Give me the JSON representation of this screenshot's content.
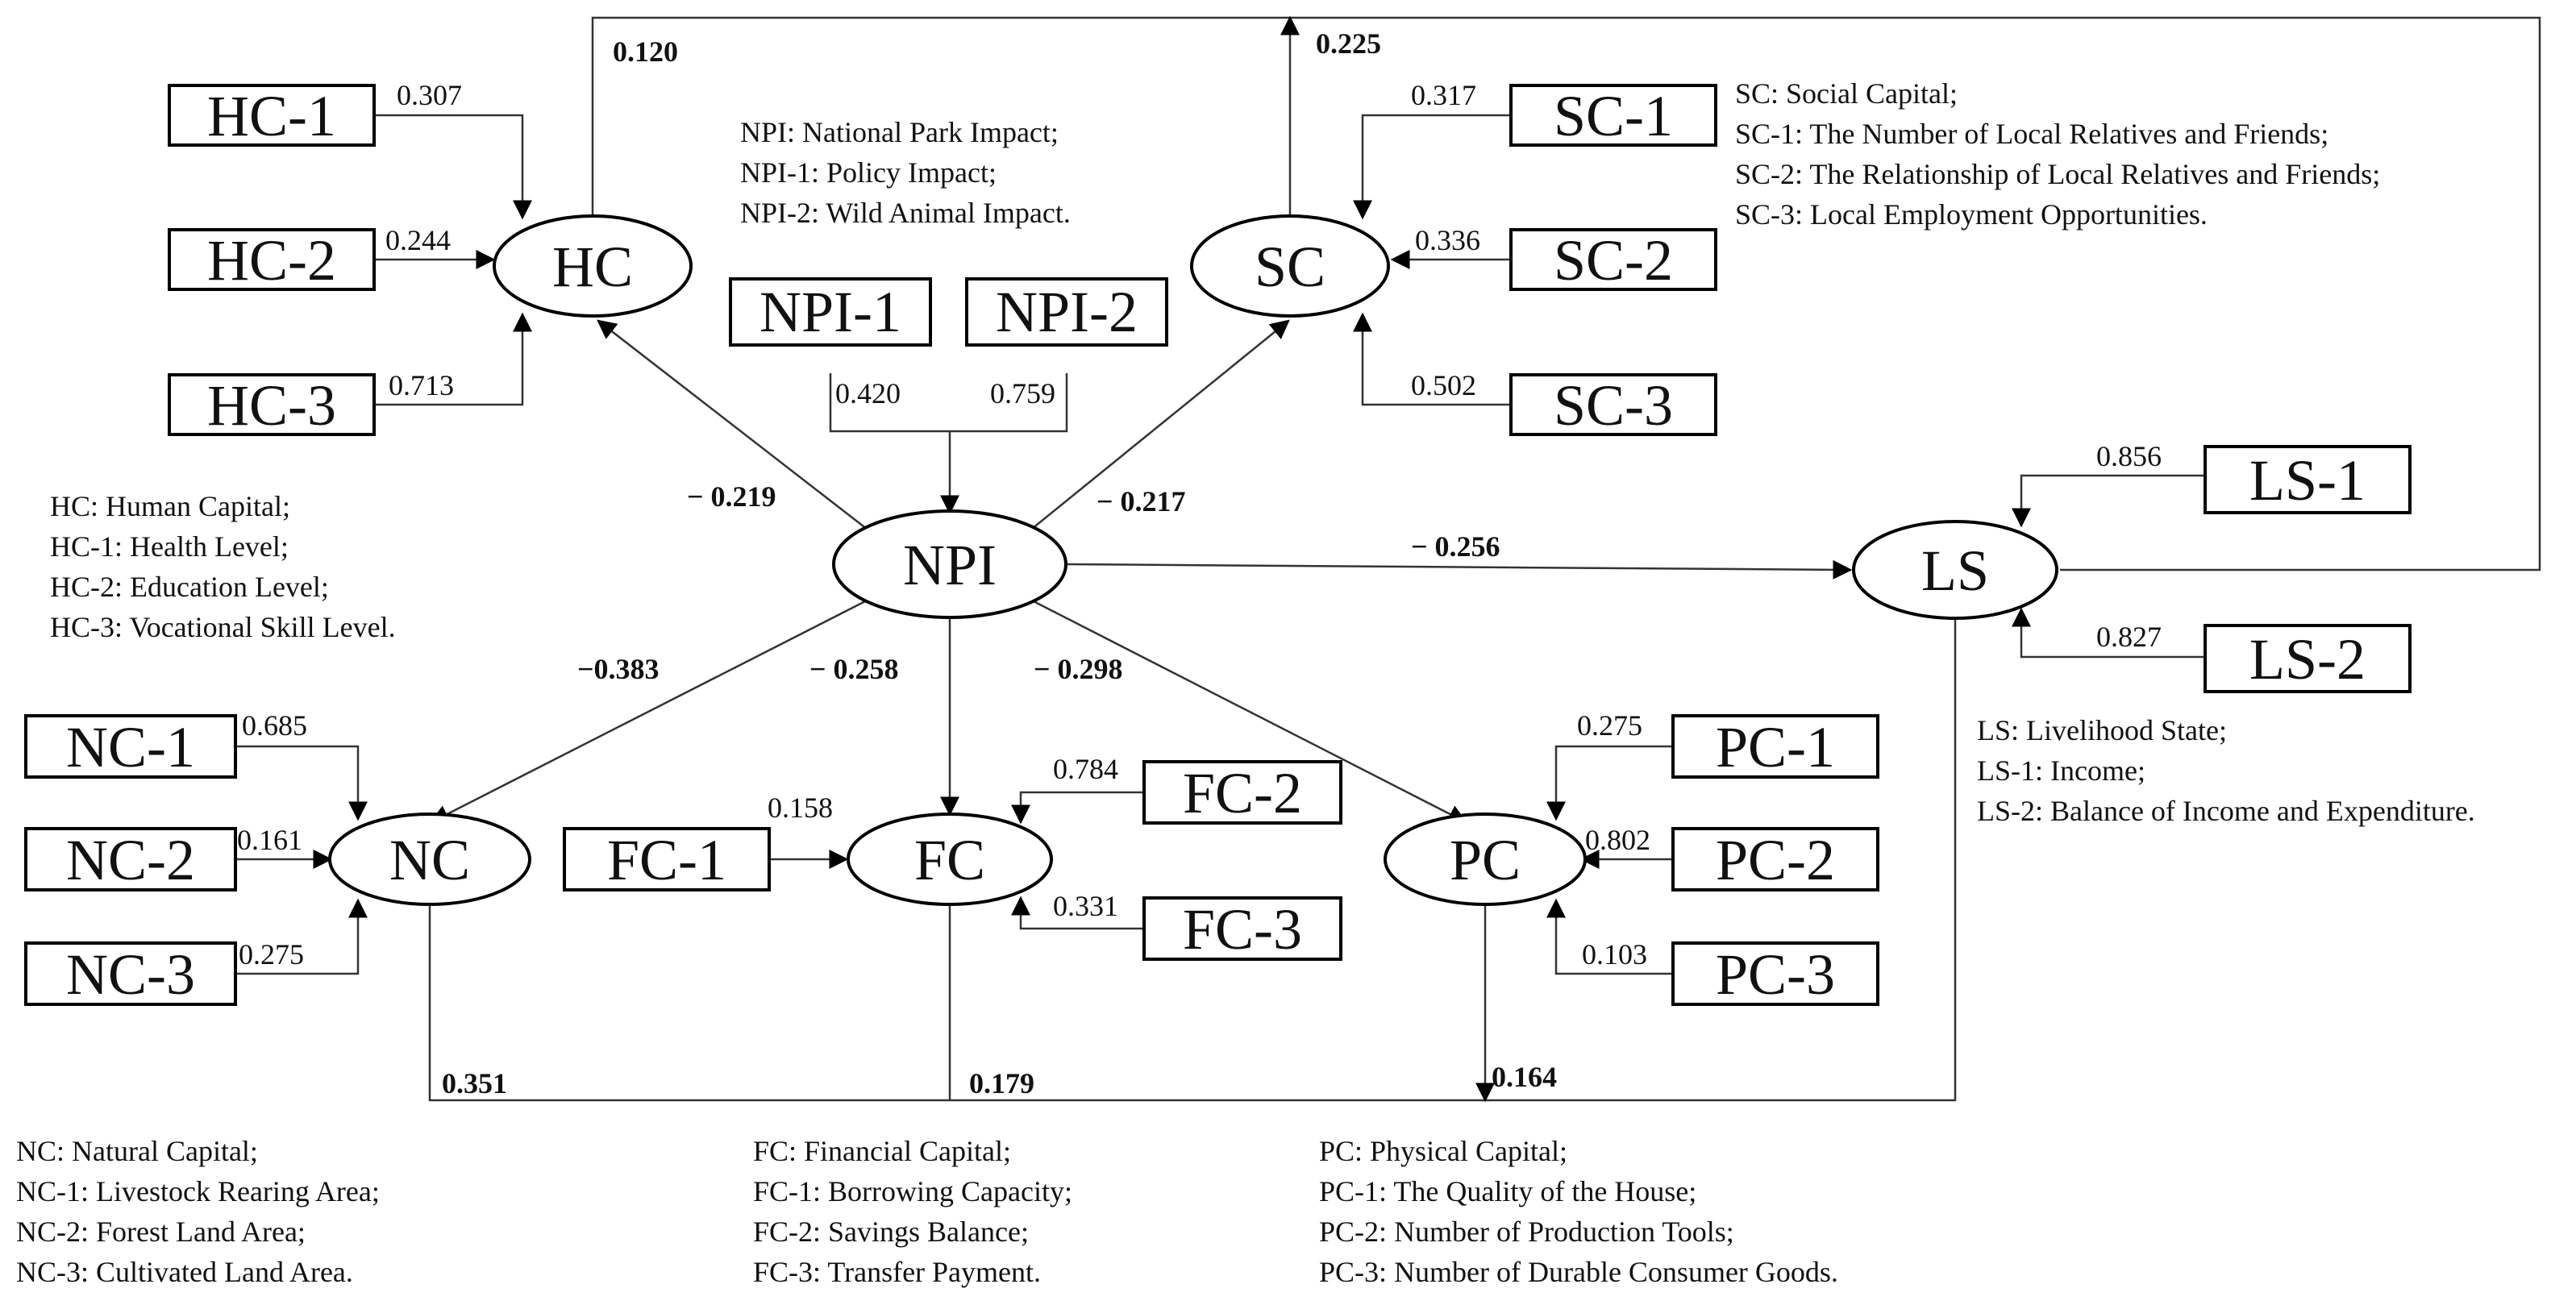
{
  "nodes": {
    "hc1": "HC-1",
    "hc2": "HC-2",
    "hc3": "HC-3",
    "npi1": "NPI-1",
    "npi2": "NPI-2",
    "sc1": "SC-1",
    "sc2": "SC-2",
    "sc3": "SC-3",
    "ls1": "LS-1",
    "ls2": "LS-2",
    "nc1": "NC-1",
    "nc2": "NC-2",
    "nc3": "NC-3",
    "fc1": "FC-1",
    "fc2": "FC-2",
    "fc3": "FC-3",
    "pc1": "PC-1",
    "pc2": "PC-2",
    "pc3": "PC-3",
    "hc": "HC",
    "sc": "SC",
    "npi": "NPI",
    "ls": "LS",
    "nc": "NC",
    "fc": "FC",
    "pc": "PC"
  },
  "loadings": {
    "hc1": "0.307",
    "hc2": "0.244",
    "hc3": "0.713",
    "npi1": "0.420",
    "npi2": "0.759",
    "sc1": "0.317",
    "sc2": "0.336",
    "sc3": "0.502",
    "ls1": "0.856",
    "ls2": "0.827",
    "nc1": "0.685",
    "nc2": "0.161",
    "nc3": "0.275",
    "fc1": "0.158",
    "fc2": "0.784",
    "fc3": "0.331",
    "pc1": "0.275",
    "pc2": "0.802",
    "pc3": "0.103"
  },
  "paths": {
    "npi_hc": "− 0.219",
    "npi_sc": "− 0.217",
    "npi_ls": "− 0.256",
    "npi_nc": "−0.383",
    "npi_fc": "− 0.258",
    "npi_pc": "− 0.298",
    "hc_ls": "0.120",
    "sc_ls": "0.225",
    "nc_ls": "0.351",
    "fc_ls": "0.179",
    "pc_ls": "0.164"
  },
  "legends": {
    "npi": [
      "NPI: National Park Impact;",
      "NPI-1: Policy Impact;",
      "NPI-2: Wild Animal Impact."
    ],
    "sc": [
      "SC: Social Capital;",
      "SC-1: The Number of Local Relatives and Friends;",
      "SC-2: The Relationship of Local Relatives and Friends;",
      "SC-3: Local Employment Opportunities."
    ],
    "hc": [
      "HC:  Human Capital;",
      "HC-1: Health Level;",
      "HC-2: Education Level;",
      "HC-3: Vocational Skill Level."
    ],
    "ls": [
      "LS: Livelihood State;",
      "LS-1: Income;",
      "LS-2: Balance of Income and Expenditure."
    ],
    "nc": [
      "NC:  Natural Capital;",
      "NC-1: Livestock Rearing Area;",
      "NC-2: Forest Land Area;",
      "NC-3: Cultivated Land Area."
    ],
    "fc": [
      "FC:  Financial Capital;",
      "FC-1: Borrowing Capacity;",
      "FC-2: Savings Balance;",
      "FC-3: Transfer Payment."
    ],
    "pc": [
      "PC:  Physical Capital;",
      "PC-1: The Quality of the House;",
      "PC-2: Number of Production Tools;",
      "PC-3: Number of Durable Consumer Goods."
    ]
  }
}
